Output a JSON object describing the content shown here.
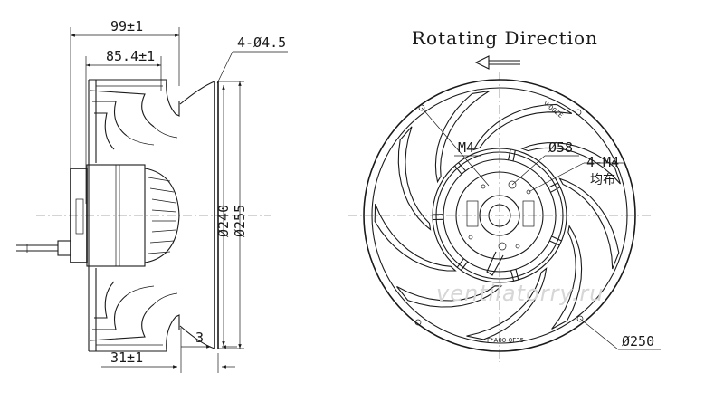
{
  "side_view": {
    "dim_overall_depth": "99±1",
    "dim_impeller_depth": "85.4±1",
    "dim_mount_holes": "4-Ø4.5",
    "dim_inlet_diameter": "Ø240",
    "dim_outer_diameter": "Ø255",
    "dim_flange_thickness": "3",
    "dim_flange_offset": "31±1"
  },
  "front_view": {
    "title": "Rotating Direction",
    "label_m4": "M4",
    "label_d58": "Ø58",
    "label_4m4": "4-M4",
    "label_evenly": "均布",
    "label_d250": "Ø250",
    "blade_mark_top": "V-00ZE",
    "blade_mark_bottom": "F*A00-0F35-"
  },
  "watermark": "ventilatorry.ru",
  "icons": {
    "rotation_arrow": "left-arrow-icon"
  }
}
